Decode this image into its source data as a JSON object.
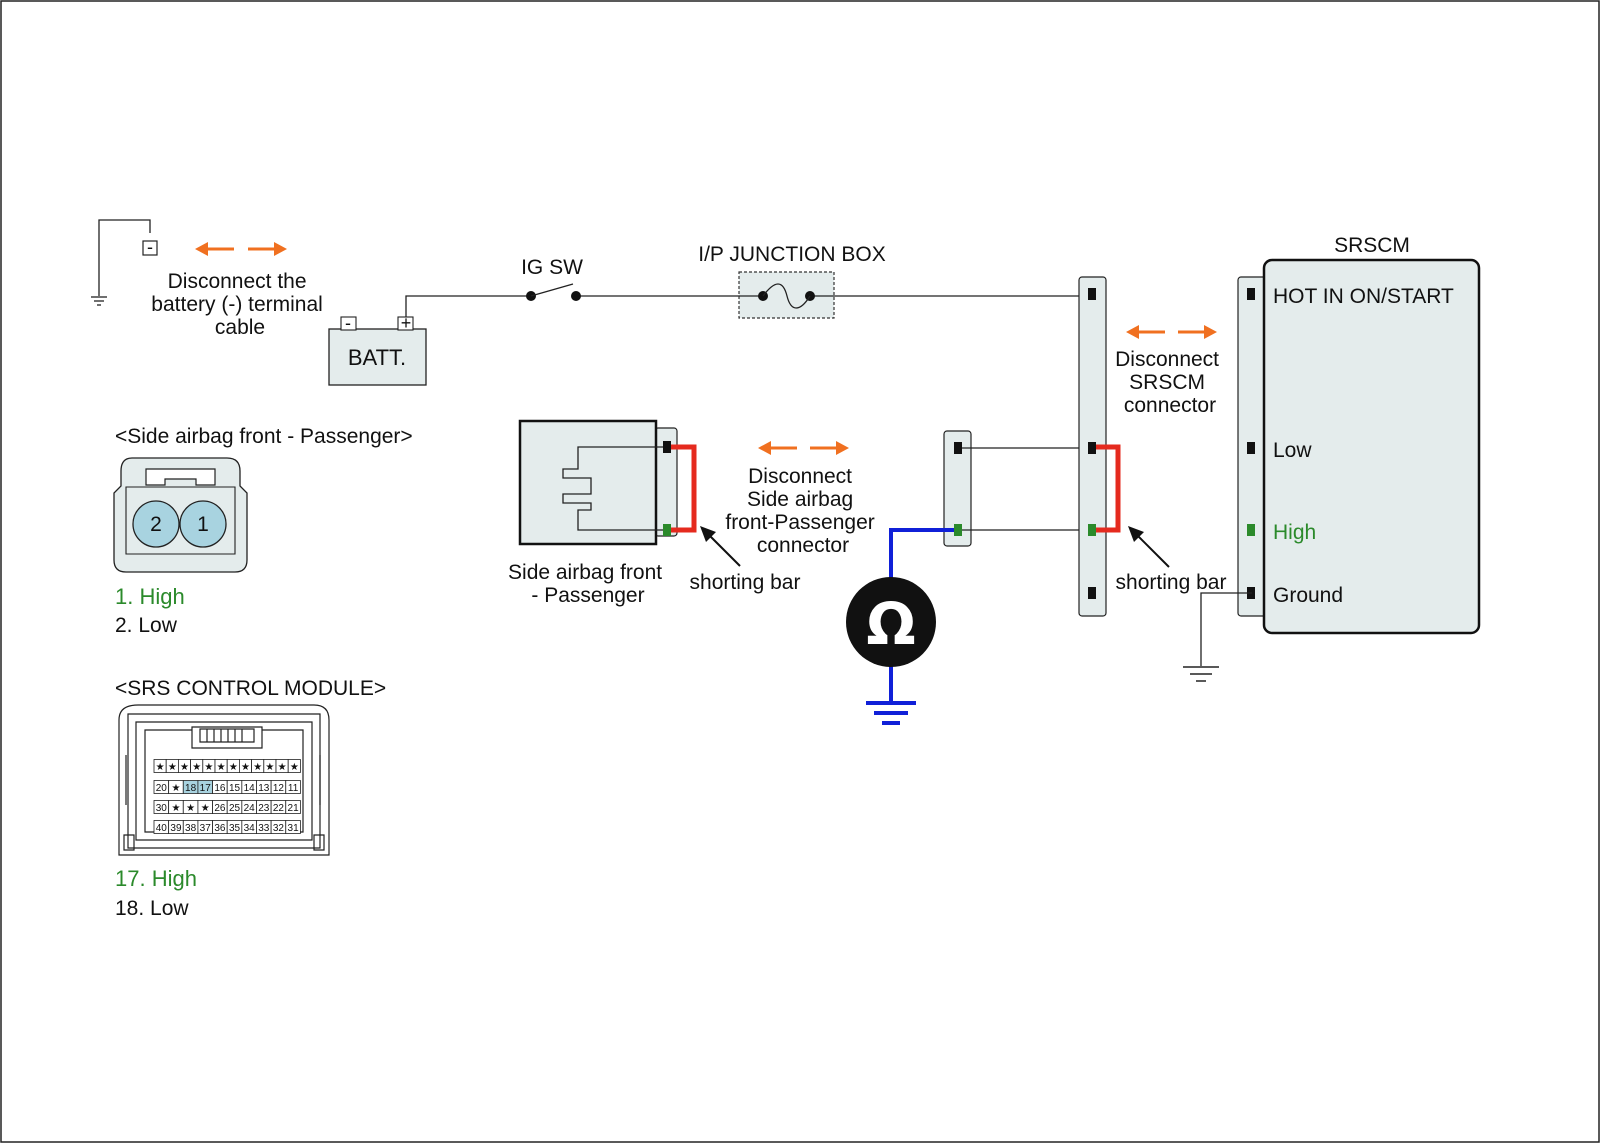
{
  "colors": {
    "orange": "#f07020",
    "red": "#e52a1e",
    "blue": "#1020d8",
    "green": "#2b8a2b",
    "connector_fill": "#e4ecec",
    "pin_fill": "#a8d3e0"
  },
  "icons": {
    "arrow": "orange-double-arrow-icon",
    "ground": "ground-icon",
    "ohmmeter": "ohmmeter-icon",
    "fuse": "fuse-icon",
    "switch": "switch-icon"
  },
  "battery_disconnect": {
    "label_lines": [
      "Disconnect the",
      "battery (-) terminal",
      "cable"
    ],
    "minus": "-"
  },
  "battery": {
    "label": "BATT.",
    "minus": "-",
    "plus": "+"
  },
  "ig_sw": {
    "label": "IG SW"
  },
  "junction_box": {
    "label": "I/P JUNCTION BOX"
  },
  "srscm": {
    "title": "SRSCM",
    "terminals": [
      {
        "label": "HOT IN ON/START",
        "highlight": false
      },
      {
        "label": "Low",
        "highlight": false
      },
      {
        "label": "High",
        "highlight": true
      },
      {
        "label": "Ground",
        "highlight": false
      }
    ],
    "disconnect_lines": [
      "Disconnect",
      "SRSCM",
      "connector"
    ]
  },
  "side_airbag": {
    "label_lines": [
      "Side airbag front",
      "- Passenger"
    ],
    "disconnect_lines": [
      "Disconnect",
      "Side airbag",
      "front-Passenger",
      "connector"
    ]
  },
  "shorting_bar_left": {
    "label": "shorting bar"
  },
  "shorting_bar_right": {
    "label": "shorting bar"
  },
  "ohmmeter": {
    "symbol": "Ω"
  },
  "connector_view": {
    "title": "<Side airbag front - Passenger>",
    "pins": [
      "2",
      "1"
    ],
    "legend": [
      {
        "text": "1. High",
        "highlight": true
      },
      {
        "text": "2. Low",
        "highlight": false
      }
    ]
  },
  "srs_module_view": {
    "title": "<SRS CONTROL MODULE>",
    "rows": [
      [
        "★",
        "★",
        "★",
        "★",
        "★",
        "★",
        "★",
        "★",
        "★",
        "★",
        "★",
        "★"
      ],
      [
        "20",
        "★",
        "18",
        "17",
        "16",
        "15",
        "14",
        "13",
        "12",
        "11"
      ],
      [
        "30",
        "★",
        "★",
        "★",
        "26",
        "25",
        "24",
        "23",
        "22",
        "21"
      ],
      [
        "40",
        "39",
        "38",
        "37",
        "36",
        "35",
        "34",
        "33",
        "32",
        "31"
      ]
    ],
    "highlighted_pins": [
      "18",
      "17"
    ],
    "legend": [
      {
        "text": "17. High",
        "highlight": true
      },
      {
        "text": "18. Low",
        "highlight": false
      }
    ]
  }
}
